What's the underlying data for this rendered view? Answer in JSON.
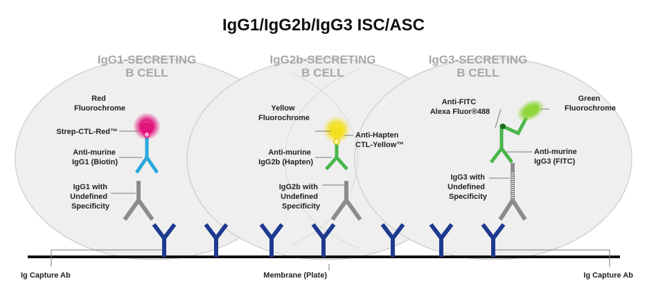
{
  "title": "IgG1/IgG2b/IgG3 ISC/ASC",
  "cells": [
    {
      "line1": "IgG1-SECRETING",
      "line2": "B CELL"
    },
    {
      "line1": "IgG2b-SECRETING",
      "line2": "B CELL"
    },
    {
      "line1": "IgG3-SECRETING",
      "line2": "B CELL"
    }
  ],
  "labels": {
    "red_fluorochrome": [
      "Red",
      "Fluorochrome"
    ],
    "strep": "Strep-CTL-Red™",
    "antimurine_igg1": [
      "Anti-murine",
      "IgG1 (Biotin)"
    ],
    "igg1_with": [
      "IgG1 with",
      "Undefined",
      "Specificity"
    ],
    "yellow_fluorochrome": [
      "Yellow",
      "Fluorochrome"
    ],
    "anti_hapten": [
      "Anti-Hapten",
      "CTL-Yellow™"
    ],
    "antimurine_igg2b": [
      "Anti-murine",
      "IgG2b (Hapten)"
    ],
    "igg2b_with": [
      "IgG2b with",
      "Undefined",
      "Specificity"
    ],
    "anti_fitc": [
      "Anti-FITC",
      "Alexa Fluor®488"
    ],
    "green_fluorochrome": [
      "Green",
      "Fluorochrome"
    ],
    "antimurine_igg3": [
      "Anti-murine",
      "IgG3 (FITC)"
    ],
    "igg3_with": [
      "IgG3 with",
      "Undefined",
      "Specificity"
    ],
    "capture_left": "Ig Capture Ab",
    "membrane": "Membrane (Plate)",
    "capture_right": "Ig Capture Ab"
  },
  "colors": {
    "cell_fill": "#efefef",
    "cell_stroke": "#d2d2d2",
    "capture_ab": "#1d3a8f",
    "secreted_ig": "#8c8c8c",
    "anti_igg1": "#2aa8de",
    "anti_igg2b": "#49b649",
    "anti_igg3": "#49b649",
    "red_fluor": "#e0147a",
    "yellow_fluor": "#f2e020",
    "green_fluor": "#8fd63a",
    "membrane": "#111111"
  }
}
